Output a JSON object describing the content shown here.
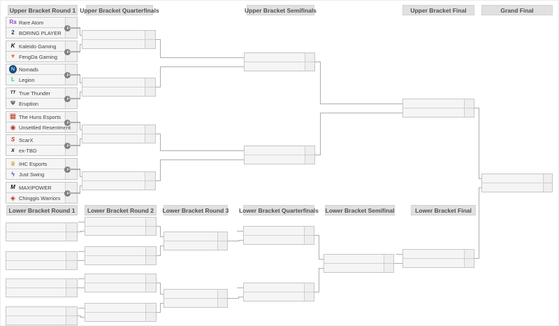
{
  "upper_round_headers": [
    "Upper Bracket Round 1",
    "Upper Bracket Quarterfinals",
    "Upper Bracket Semifinals",
    "Upper Bracket Final",
    "Grand Final"
  ],
  "lower_round_headers": [
    "Lower Bracket Round 1",
    "Lower Bracket Round 2",
    "Lower Bracket Round 3",
    "Lower Bracket Quarterfinals",
    "Lower Bracket Semifinal",
    "Lower Bracket Final"
  ],
  "info_icon_glyph": "i",
  "ub_round1": [
    {
      "top": {
        "name": "Rare Atom",
        "glyph": "Ra",
        "color": "#8a4fd8",
        "bold": true
      },
      "bottom": {
        "name": "BORING PLAYER",
        "glyph": "2",
        "color": "#16344e",
        "bold": true
      }
    },
    {
      "top": {
        "name": "Kaleido Gaming",
        "glyph": "K",
        "color": "#141414",
        "bold": true,
        "italic": true
      },
      "bottom": {
        "name": "FengDa Gaming",
        "glyph": "▼",
        "color": "#f2641c"
      }
    },
    {
      "top": {
        "name": "Nomads",
        "glyph": "N",
        "color": "#ffffff",
        "shape": "circle",
        "bg": "#174f7c",
        "size": 7
      },
      "bottom": {
        "name": "Legion",
        "glyph": "L",
        "color": "#29d253",
        "bold": true
      }
    },
    {
      "top": {
        "name": "True Thunder",
        "glyph": "TT",
        "color": "#141414",
        "bold": true,
        "italic": true,
        "size": 6
      },
      "bottom": {
        "name": "Eruption",
        "glyph": "Ψ",
        "color": "#2a2a2a",
        "bold": true
      }
    },
    {
      "top": {
        "name": "The Huns Esports",
        "glyph": "▦",
        "color": "#bf3a2b",
        "size": 10
      },
      "bottom": {
        "name": "Unsettled Resentment",
        "glyph": "◉",
        "color": "#b5332a",
        "size": 9
      }
    },
    {
      "top": {
        "name": "ScarX",
        "glyph": "S",
        "color": "#d42a1e",
        "bold": true,
        "italic": true
      },
      "bottom": {
        "name": "ex-TBD",
        "glyph": "x",
        "color": "#141414",
        "bold": true,
        "italic": true
      }
    },
    {
      "top": {
        "name": "IHC Esports",
        "glyph": "♛",
        "color": "#c9a13b",
        "size": 9
      },
      "bottom": {
        "name": "Just Swing",
        "glyph": "ϟ",
        "color": "#4644c8",
        "bold": true,
        "size": 9
      }
    },
    {
      "top": {
        "name": "MAXIPOWER",
        "glyph": "M",
        "color": "#141414",
        "bold": true,
        "italic": true
      },
      "bottom": {
        "name": "Chinggis Warriors",
        "glyph": "◈",
        "color": "#b5332a",
        "size": 9
      }
    }
  ]
}
